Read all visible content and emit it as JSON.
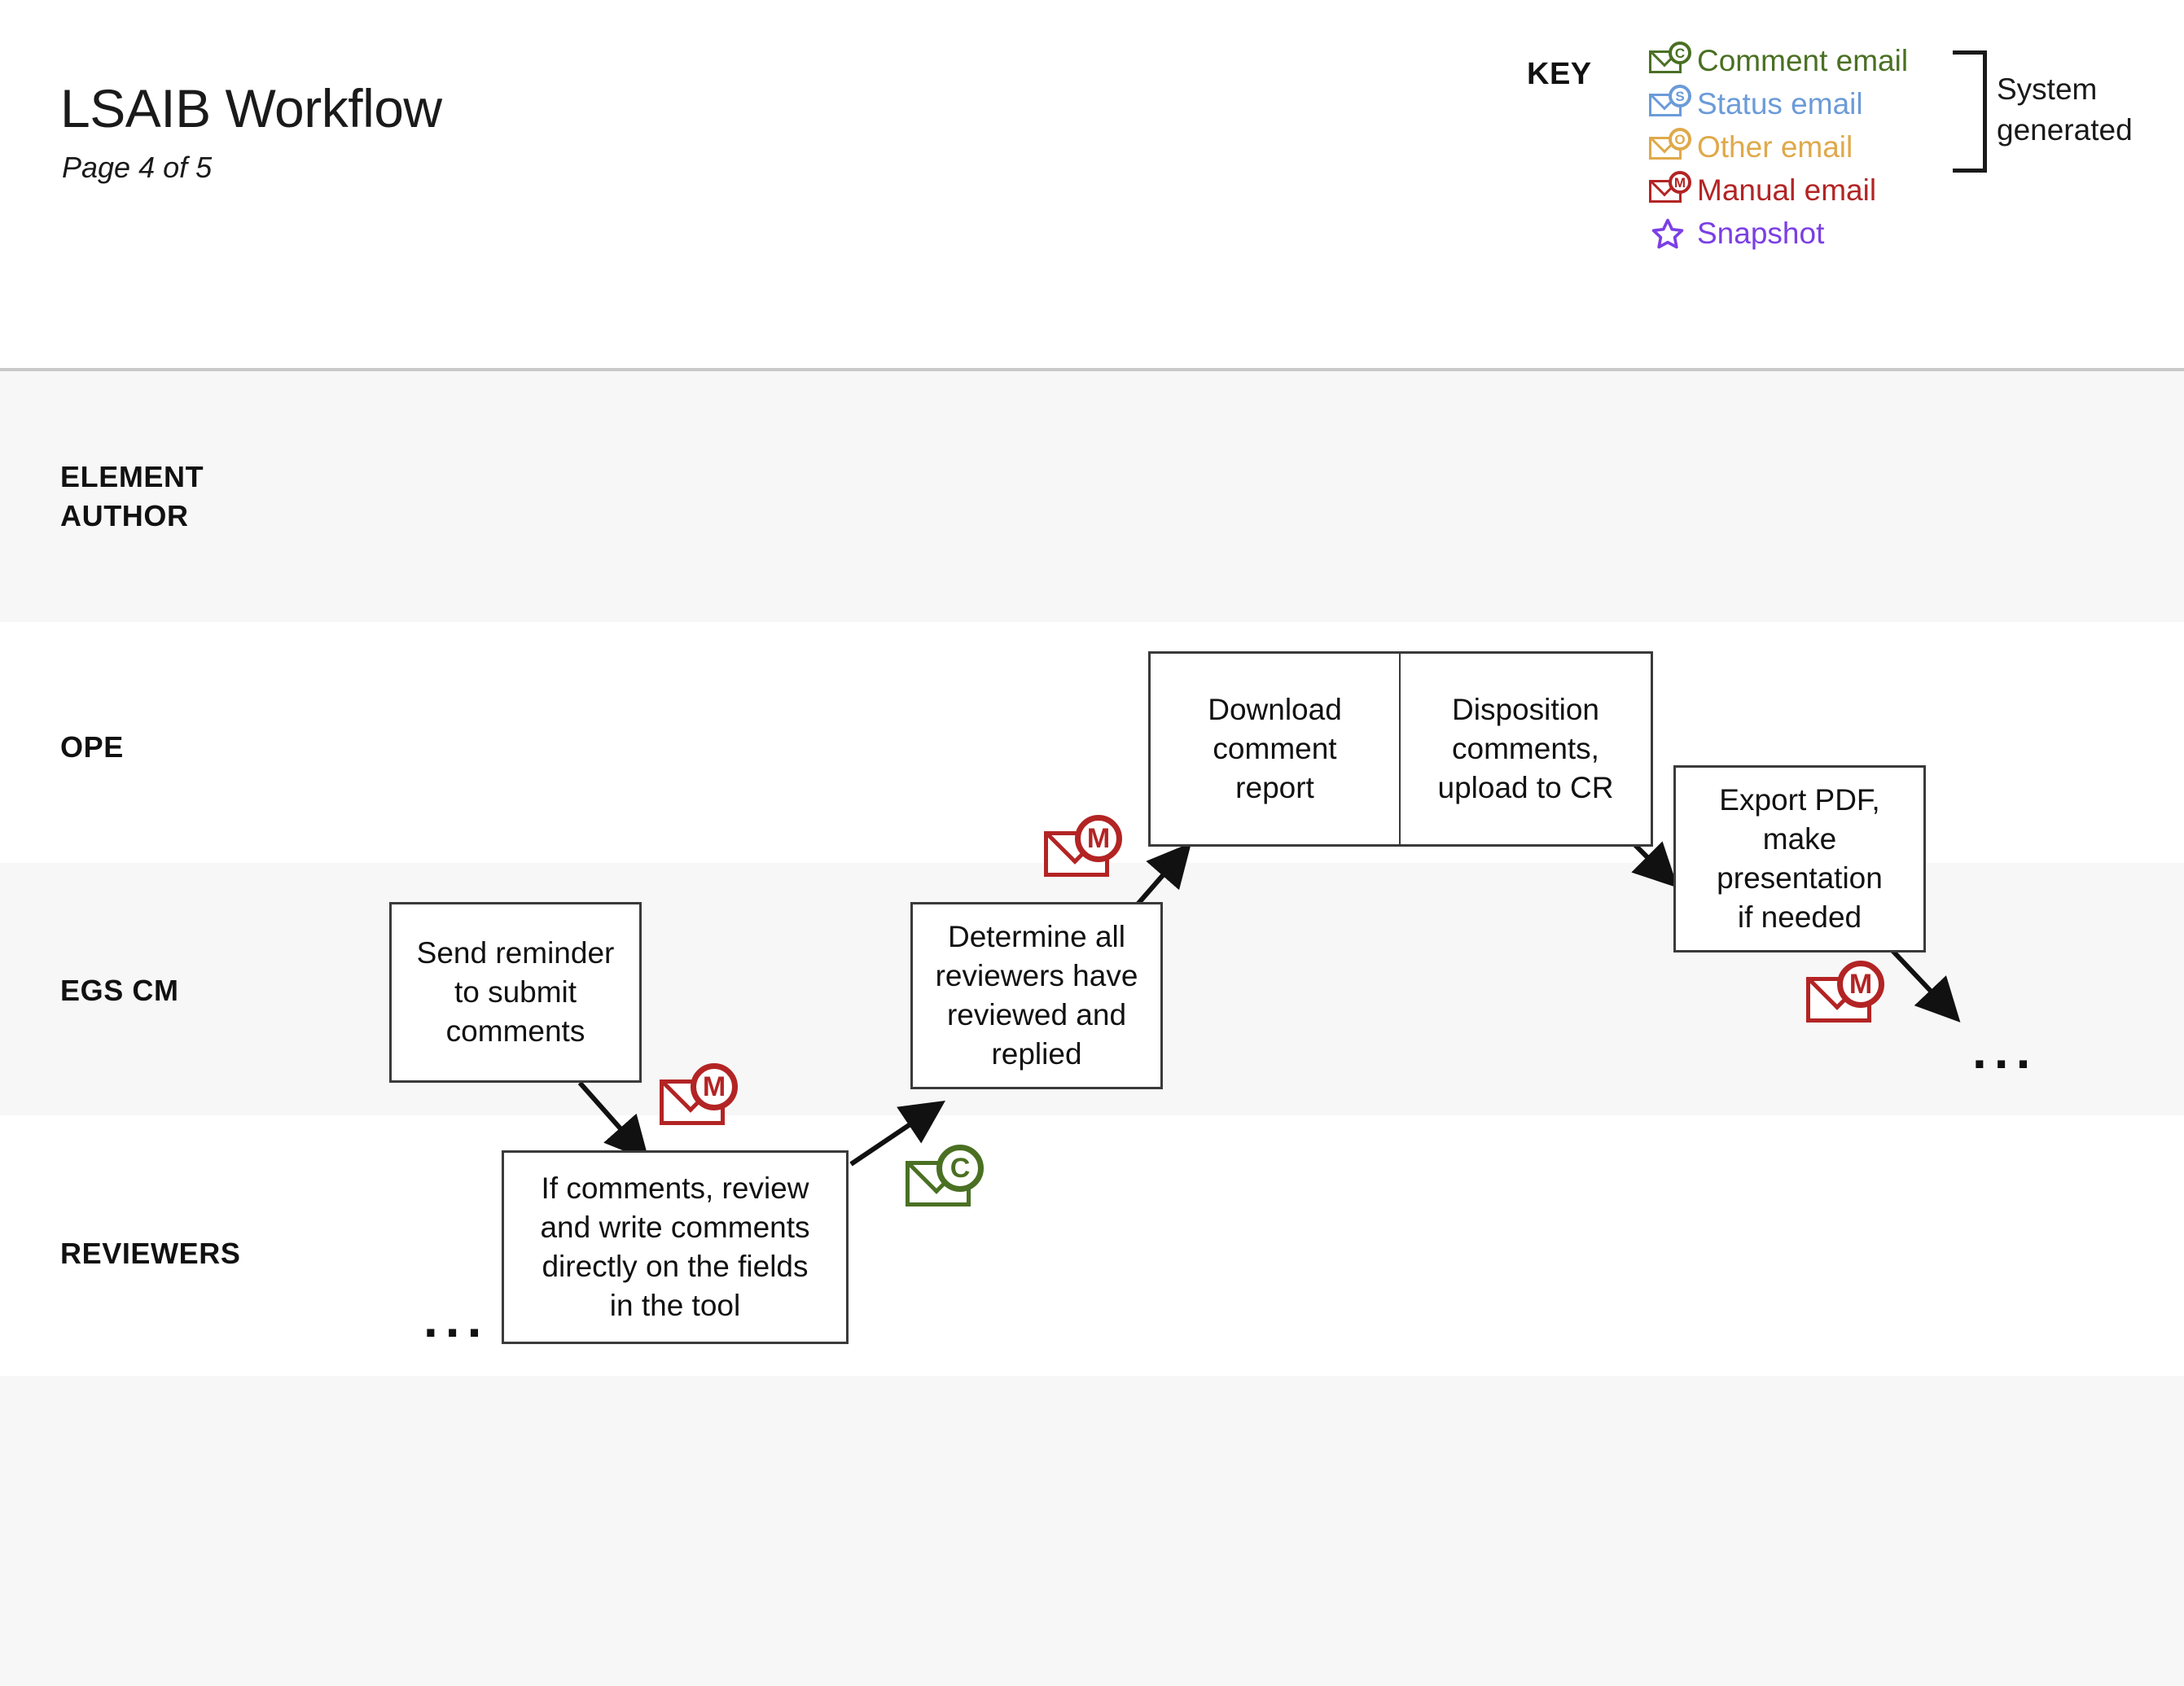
{
  "header": {
    "title": "LSAIB Workflow",
    "subtitle": "Page 4 of 5",
    "key_label": "KEY",
    "system_generated_label": "System generated"
  },
  "legend": {
    "items": [
      {
        "label": "Comment email",
        "icon": "comment-email-icon",
        "badge": "C",
        "color": "#4a7023"
      },
      {
        "label": "Status email",
        "icon": "status-email-icon",
        "badge": "S",
        "color": "#6b9bd8"
      },
      {
        "label": "Other email",
        "icon": "other-email-icon",
        "badge": "O",
        "color": "#dfa council"
      },
      {
        "label": "Manual email",
        "icon": "manual-email-icon",
        "badge": "M",
        "color": "#b32424"
      },
      {
        "label": "Snapshot",
        "icon": "snapshot-star-icon",
        "badge": "",
        "color": "#7b3fe4"
      }
    ]
  },
  "lanes": [
    {
      "id": "element-author",
      "label": "ELEMENT\nAUTHOR",
      "label_lines": [
        "ELEMENT",
        "AUTHOR"
      ],
      "shaded": true
    },
    {
      "id": "ope",
      "label": "OPE",
      "label_lines": [
        "OPE"
      ],
      "shaded": false
    },
    {
      "id": "egs-cm",
      "label": "EGS CM",
      "label_lines": [
        "EGS CM"
      ],
      "shaded": true
    },
    {
      "id": "reviewers",
      "label": "REVIEWERS",
      "label_lines": [
        "REVIEWERS"
      ],
      "shaded": false
    }
  ],
  "boxes": [
    {
      "id": "download-comment-report",
      "lane": "ope",
      "text": "Download\ncomment\nreport"
    },
    {
      "id": "disposition-comments",
      "lane": "ope",
      "text": "Disposition\ncomments,\nupload to CR"
    },
    {
      "id": "export-pdf",
      "lane": "ope",
      "text": "Export PDF,\nmake\npresentation\nif needed"
    },
    {
      "id": "send-reminder",
      "lane": "egs-cm",
      "text": "Send reminder\nto submit\ncomments"
    },
    {
      "id": "determine-reviewers",
      "lane": "egs-cm",
      "text": "Determine all\nreviewers have\nreviewed and\nreplied"
    },
    {
      "id": "review-write-comments",
      "lane": "reviewers",
      "text": "If comments, review\nand write comments\ndirectly on the fields\nin the tool"
    }
  ],
  "diagram_icons": [
    {
      "id": "manual-icon-near-send-reminder",
      "badge": "M",
      "color": "#b32424",
      "kind": "manual-email-icon"
    },
    {
      "id": "manual-icon-near-determine",
      "badge": "M",
      "color": "#b32424",
      "kind": "manual-email-icon"
    },
    {
      "id": "manual-icon-near-export-pdf",
      "badge": "M",
      "color": "#b32424",
      "kind": "manual-email-icon"
    },
    {
      "id": "comment-icon-near-review",
      "badge": "C",
      "color": "#4a7023",
      "kind": "comment-email-icon"
    }
  ],
  "ellipses": [
    {
      "id": "ellipsis-left",
      "text": "..."
    },
    {
      "id": "ellipsis-right",
      "text": "..."
    }
  ],
  "colors": {
    "comment_green": "#4a7023",
    "status_blue": "#6b9bd8",
    "other_orange": "#dfa94a",
    "manual_red": "#b32424",
    "snapshot_purple": "#7b3fe4",
    "box_border": "#3a3a3a",
    "lane_shaded": "#f7f7f7",
    "header_rule": "#c9c9c9"
  }
}
